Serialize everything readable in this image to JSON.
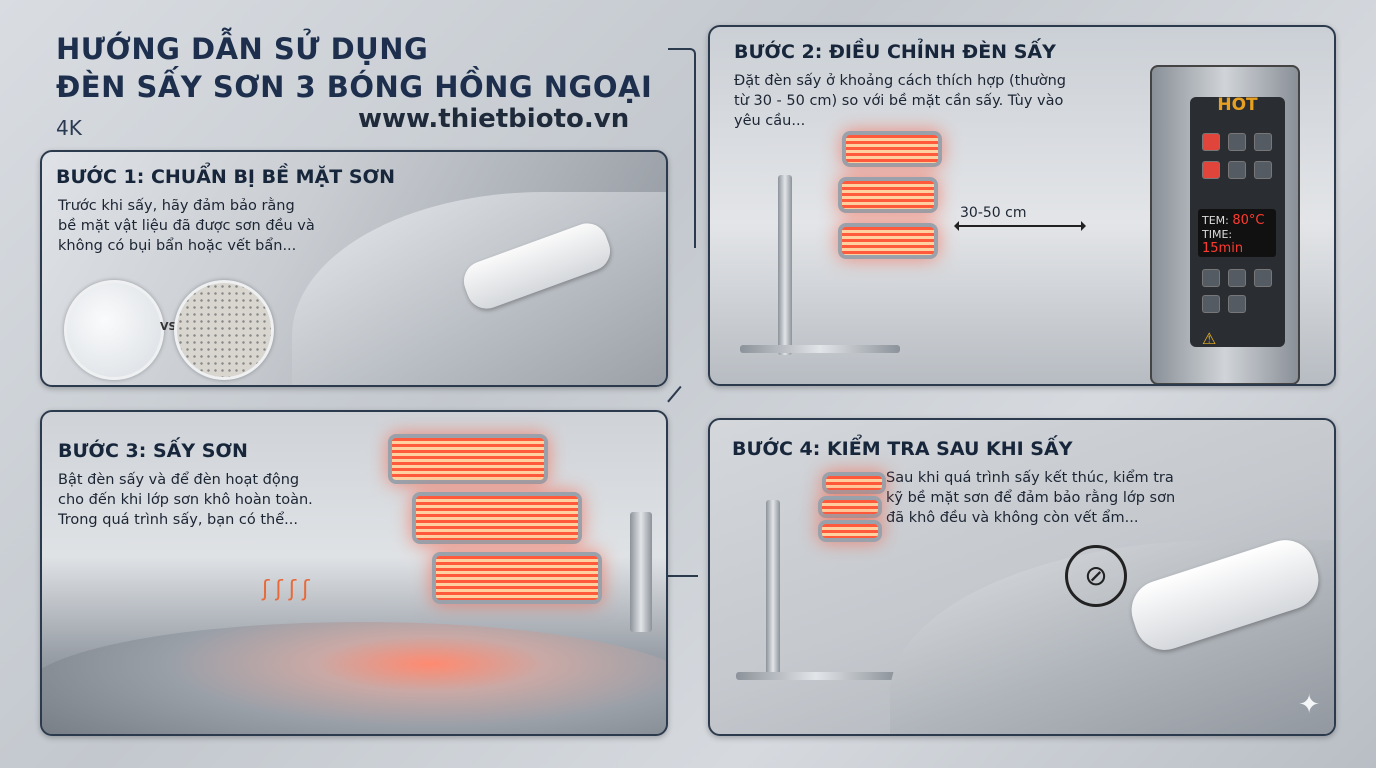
{
  "header": {
    "title_line1": "HƯỚNG DẪN SỬ DỤNG",
    "title_line2": "ĐÈN SẤY SƠN 3 BÓNG HỒNG NGOẠI",
    "resolution": "4K",
    "website": "www.thietbioto.vn"
  },
  "steps": [
    {
      "title": "BƯỚC 1: CHUẨN BỊ BỀ MẶT SƠN",
      "lines": [
        "Trước khi sấy, hãy đảm bảo rằng",
        "bề mặt vật liệu đã được sơn đều và",
        "không có bụi bẩn hoặc vết bẩn..."
      ],
      "compare_label": "VS"
    },
    {
      "title": "BƯỚC 2: ĐIỀU CHỈNH ĐÈN SẤY",
      "lines": [
        "Đặt đèn sấy ở khoảng cách thích hợp (thường",
        "từ 30 - 50 cm) so với bề mặt cần sấy. Tùy vào",
        "yêu cầu..."
      ],
      "distance_label": "30-50 cm",
      "control_panel": {
        "hot_label": "HOT",
        "temp_label": "TEM:",
        "temp_value": "80°C",
        "time_label": "TIME:",
        "time_value": "15min"
      }
    },
    {
      "title": "BƯỚC 3: SẤY SƠN",
      "lines": [
        "Bật đèn sấy và để đèn hoạt động",
        "cho đến khi lớp sơn khô hoàn toàn.",
        "Trong quá trình sấy, bạn có thể..."
      ]
    },
    {
      "title": "BƯỚC 4: KIỂM TRA SAU KHI SẤY",
      "lines": [
        "Sau khi quá trình sấy kết thúc, kiểm tra",
        "kỹ bề mặt sơn để đảm bảo rằng lớp sơn",
        "đã khô đều và không còn vết ẩm..."
      ]
    }
  ],
  "colors": {
    "heading": "#17263b",
    "lamp_glow": "#ff5a3c",
    "display_red": "#ff3b30",
    "hot_amber": "#e8a020"
  }
}
